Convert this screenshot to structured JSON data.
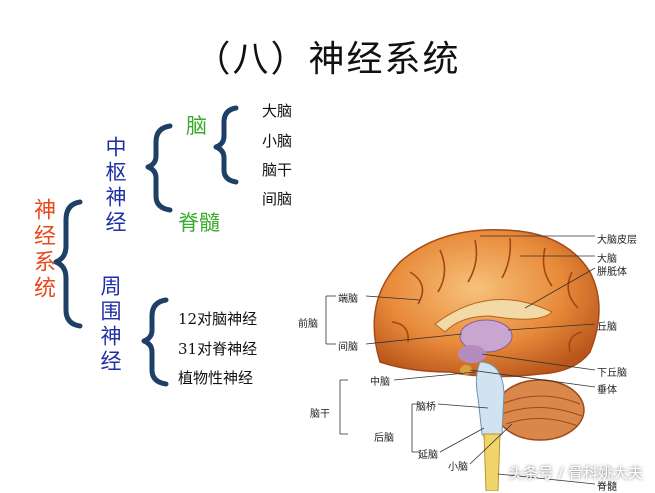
{
  "title": "（八）神经系统",
  "root": "神经系统",
  "central": {
    "label": "中枢神经",
    "brain": {
      "label": "脑",
      "parts": [
        "大脑",
        "小脑",
        "脑干",
        "间脑"
      ]
    },
    "spinal": "脊髓"
  },
  "peripheral": {
    "label": "周围神经",
    "parts": [
      "12对脑神经",
      "31对脊神经",
      "植物性神经"
    ]
  },
  "figure": {
    "right_labels": [
      "大脑皮层",
      "大脑",
      "胼胝体",
      "丘脑",
      "下丘脑",
      "垂体",
      "脊髓"
    ],
    "left_labels": {
      "forebrain": "前脑",
      "telencephalon": "端脑",
      "diencephalon": "间脑",
      "brainstem": "脑干",
      "midbrain": "中脑",
      "hindbrain": "后脑",
      "pons": "脑桥",
      "medulla": "延脑",
      "cerebellum": "小脑"
    }
  },
  "watermark": "头条号 / 骨科姚大夫",
  "colors": {
    "root": "#e8491d",
    "branch": "#1f2fa6",
    "sub": "#3aab2a",
    "brace": "#1e3f66"
  }
}
